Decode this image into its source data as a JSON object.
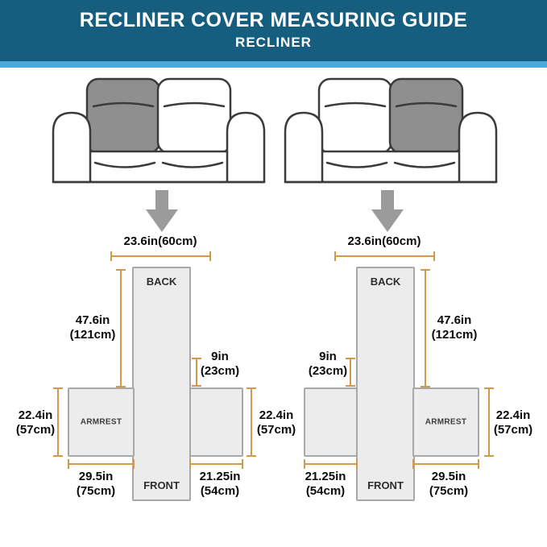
{
  "header": {
    "title": "RECLINER COVER MEASURING GUIDE",
    "subtitle": "RECLINER"
  },
  "colors": {
    "header_bg": "#155E80",
    "header_stripe": "#4FA8DC",
    "dimension_line": "#D4984C",
    "panel_fill": "#ECECEC",
    "panel_border": "#A8A8A8",
    "shaded_cushion": "#8F8F8F",
    "arrow": "#9B9B9B"
  },
  "diagrams": {
    "left": {
      "top_width": "23.6in(60cm)",
      "back": "BACK",
      "front": "FRONT",
      "armrest": "ARMREST",
      "back_height": "47.6in\n(121cm)",
      "seat_depth": "9in\n(23cm)",
      "armrest_height": "22.4in\n(57cm)",
      "side_height": "22.4in\n(57cm)",
      "armrest_width": "29.5in\n(75cm)",
      "front_width": "21.25in\n(54cm)"
    },
    "right": {
      "top_width": "23.6in(60cm)",
      "back": "BACK",
      "front": "FRONT",
      "armrest": "ARMREST",
      "back_height": "47.6in\n(121cm)",
      "seat_depth": "9in\n(23cm)",
      "armrest_height": "22.4in\n(57cm)",
      "front_width": "21.25in\n(54cm)",
      "armrest_width": "29.5in\n(75cm)"
    }
  }
}
